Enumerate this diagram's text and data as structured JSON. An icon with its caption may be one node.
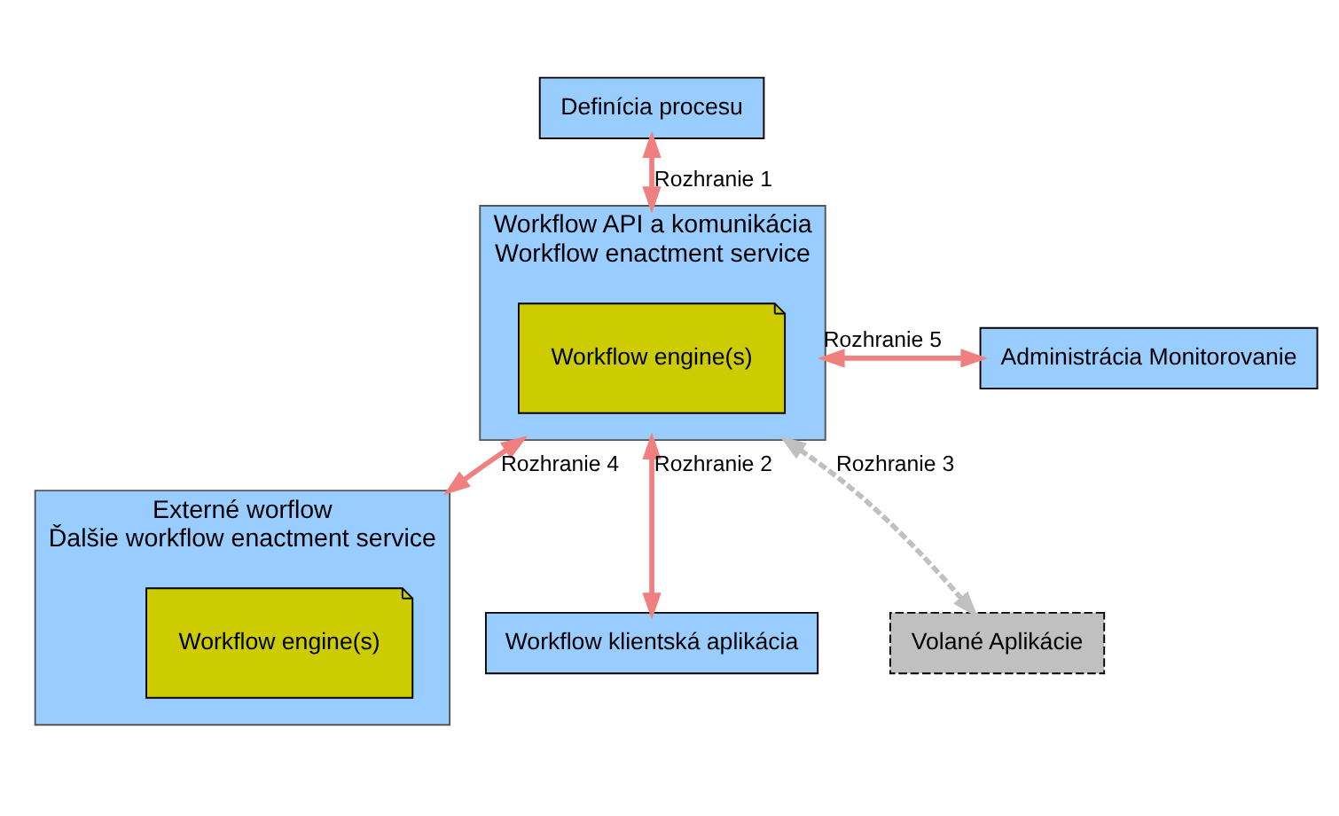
{
  "diagram": {
    "nodes": [
      {
        "text": [
          "Definícia procesu"
        ]
      },
      {
        "text": [
          "Administrácia Monitorovanie"
        ]
      },
      {
        "text": [
          "Workflow API a komunikácia",
          "Workflow enactment service"
        ]
      },
      {
        "text": [
          "Workflow engine(s)"
        ],
        "in": 2
      },
      {
        "text": [
          "Externé worflow",
          "Ďalšie workflow enactment service"
        ]
      },
      {
        "text": [
          "Workflow engine(s)"
        ],
        "in": 4
      },
      {
        "text": [
          "Workflow klientská aplikácia"
        ]
      },
      {
        "text": [
          "Volané Aplikácie"
        ]
      }
    ],
    "edges": [
      {
        "from": 0,
        "to": 2,
        "arrow": "both",
        "label": "Rozhranie 1"
      },
      {
        "from": 1,
        "to": 2,
        "arrow": "both",
        "label": "Rozhranie 5"
      },
      {
        "from": 2,
        "to": 4,
        "arrow": "both",
        "label": "Rozhranie 4"
      },
      {
        "from": 2,
        "to": 6,
        "arrow": "both",
        "label": "Rozhranie 2"
      },
      {
        "from": 2,
        "to": 7,
        "arrow": "both",
        "label": "Rozhranie 3",
        "style": "dashed",
        "color": "#c0c0c0"
      }
    ]
  }
}
